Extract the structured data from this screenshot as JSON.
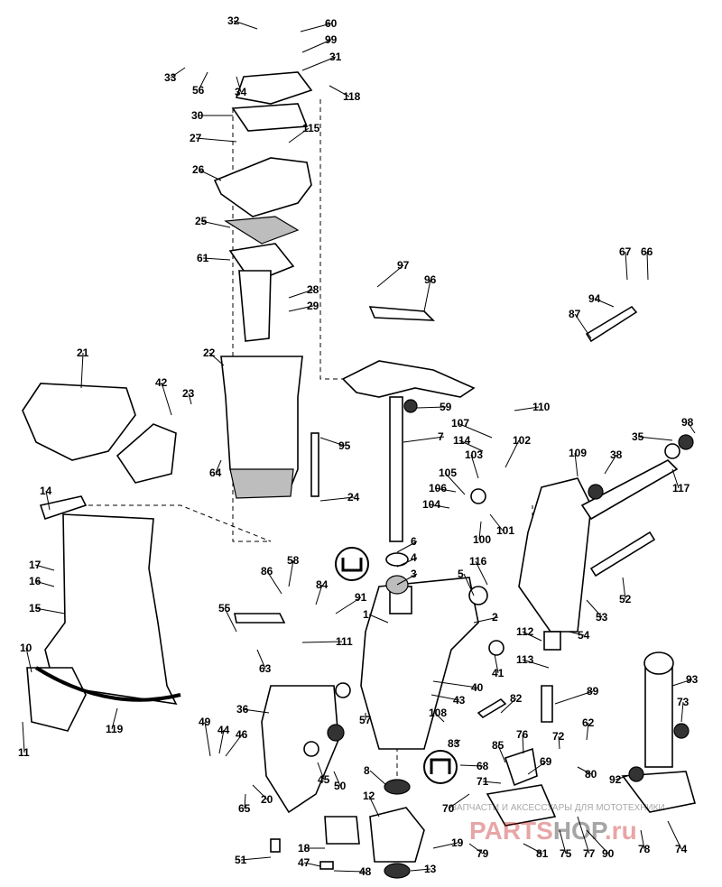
{
  "callouts": [
    "1",
    "2",
    "3",
    "4",
    "5",
    "6",
    "7",
    "8",
    "10",
    "11",
    "12",
    "13",
    "14",
    "15",
    "16",
    "17",
    "18",
    "19",
    "20",
    "21",
    "22",
    "23",
    "24",
    "25",
    "26",
    "27",
    "28",
    "29",
    "30",
    "31",
    "32",
    "33",
    "34",
    "35",
    "36",
    "38",
    "40",
    "41",
    "42",
    "43",
    "44",
    "45",
    "46",
    "47",
    "48",
    "49",
    "50",
    "51",
    "52",
    "53",
    "54",
    "55",
    "56",
    "57",
    "58",
    "59",
    "60",
    "61",
    "62",
    "63",
    "64",
    "65",
    "66",
    "67",
    "68",
    "69",
    "70",
    "71",
    "72",
    "73",
    "74",
    "75",
    "76",
    "77",
    "78",
    "79",
    "80",
    "81",
    "82",
    "83",
    "84",
    "85",
    "86",
    "87",
    "89",
    "90",
    "91",
    "92",
    "93",
    "94",
    "95",
    "96",
    "97",
    "98",
    "99",
    "100",
    "101",
    "102",
    "103",
    "104",
    "105",
    "106",
    "107",
    "108",
    "109",
    "110",
    "111",
    "112",
    "113",
    "114",
    "115",
    "116",
    "117",
    "118",
    "119"
  ],
  "watermark": {
    "tagline": "ЗАПЧАСТИ И АКСЕССУАРЫ ДЛЯ МОТОТЕХНИКИ",
    "brand_a": "PARTS",
    "brand_b": "HOP",
    "brand_c": ".ru"
  }
}
